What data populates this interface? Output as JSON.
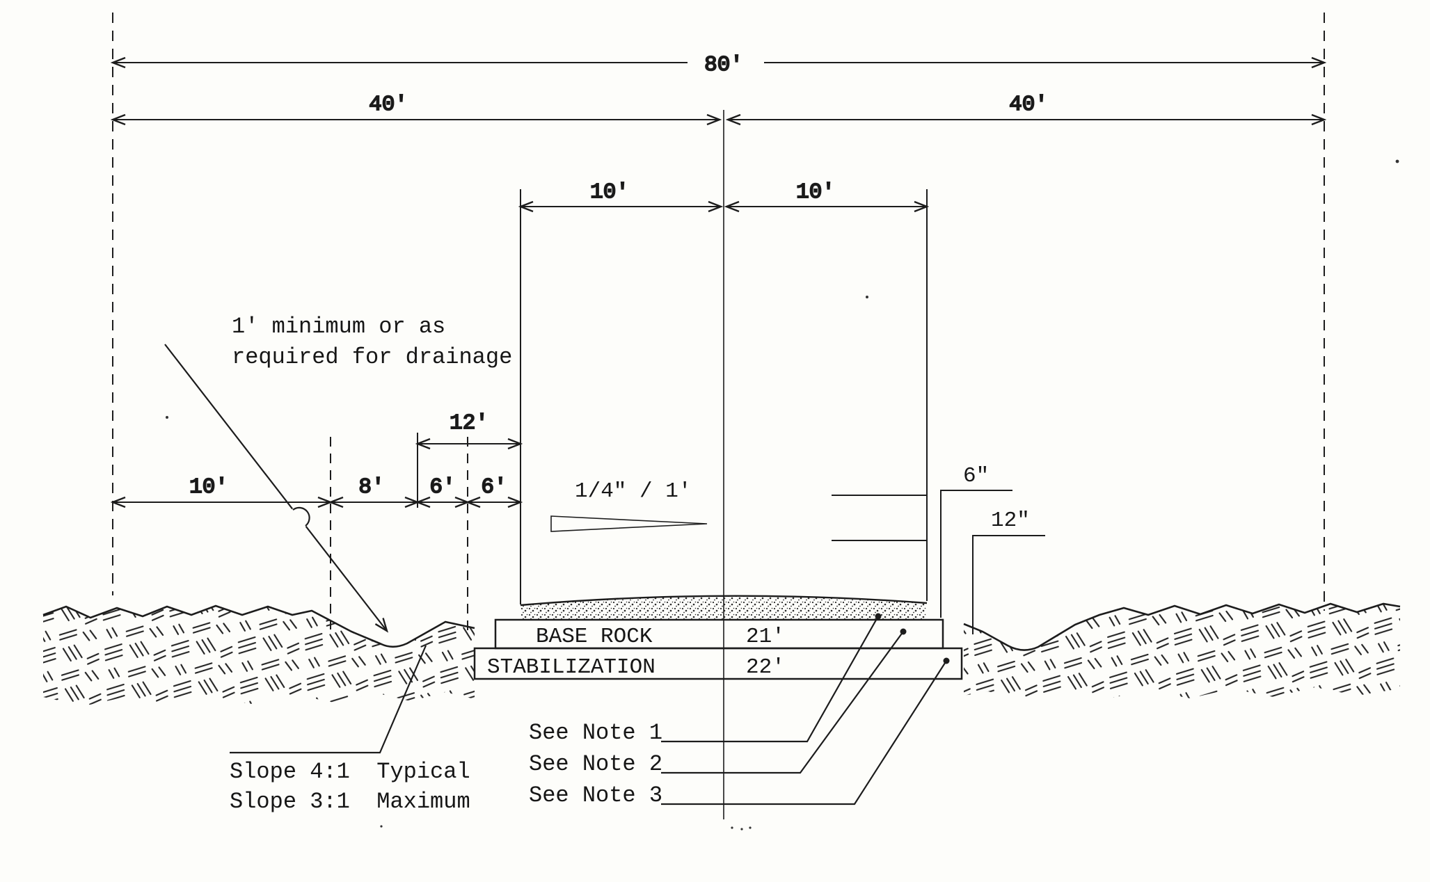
{
  "drawing": {
    "dims": {
      "overall": "80'",
      "half_left": "40'",
      "half_right": "40'",
      "lane_left": "10'",
      "lane_right": "10'",
      "shoulder_total": "12'",
      "seg_10": "10'",
      "seg_8": "8'",
      "seg_6_left": "6'",
      "seg_6_right": "6'"
    },
    "callouts": {
      "cross_slope": "1/4\" / 1'",
      "base_depth": "6\"",
      "stab_depth": "12\""
    },
    "layers": {
      "base_label": "BASE ROCK",
      "base_width": "21'",
      "stab_label": "STABILIZATION",
      "stab_width": "22'"
    },
    "notes": {
      "drainage_1": "1' minimum or as",
      "drainage_2": "required for drainage",
      "see_1": "See Note 1",
      "see_2": "See Note 2",
      "see_3": "See Note 3",
      "slope_1": "Slope 4:1  Typical",
      "slope_2": "Slope 3:1  Maximum"
    }
  }
}
